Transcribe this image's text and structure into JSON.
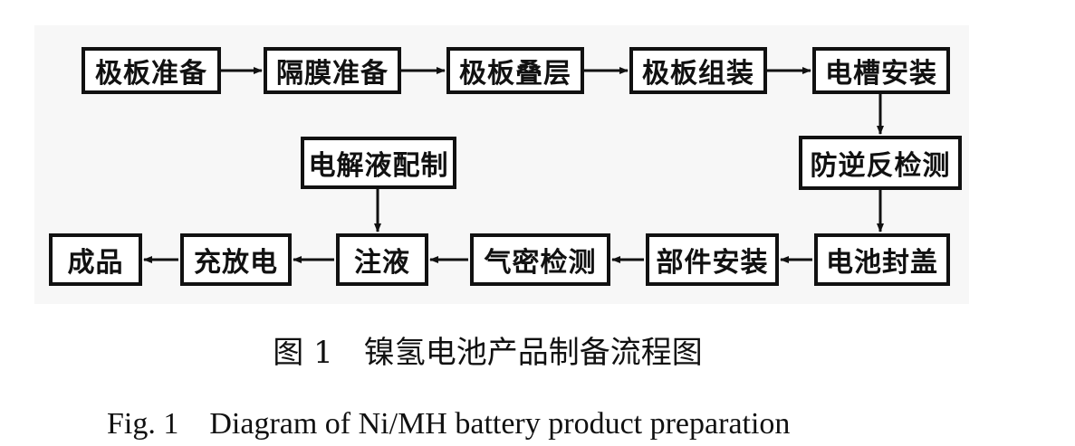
{
  "diagram": {
    "nodes": {
      "plate_prep": "极板准备",
      "separator_prep": "隔膜准备",
      "plate_stacking": "极板叠层",
      "plate_assembly": "极板组装",
      "case_install": "电槽安装",
      "reverse_test": "防逆反检测",
      "electrolyte_prep": "电解液配制",
      "cell_sealing": "电池封盖",
      "parts_install": "部件安装",
      "airtight_test": "气密检测",
      "filling": "注液",
      "charge_discharge": "充放电",
      "product": "成品"
    },
    "edges": [
      [
        "plate_prep",
        "separator_prep"
      ],
      [
        "separator_prep",
        "plate_stacking"
      ],
      [
        "plate_stacking",
        "plate_assembly"
      ],
      [
        "plate_assembly",
        "case_install"
      ],
      [
        "case_install",
        "reverse_test"
      ],
      [
        "reverse_test",
        "cell_sealing"
      ],
      [
        "cell_sealing",
        "parts_install"
      ],
      [
        "parts_install",
        "airtight_test"
      ],
      [
        "airtight_test",
        "filling"
      ],
      [
        "electrolyte_prep",
        "filling"
      ],
      [
        "filling",
        "charge_discharge"
      ],
      [
        "charge_discharge",
        "product"
      ]
    ]
  },
  "caption": {
    "cn": "图 1　镍氢电池产品制备流程图",
    "en": "Fig. 1　Diagram of Ni/MH battery product preparation"
  }
}
